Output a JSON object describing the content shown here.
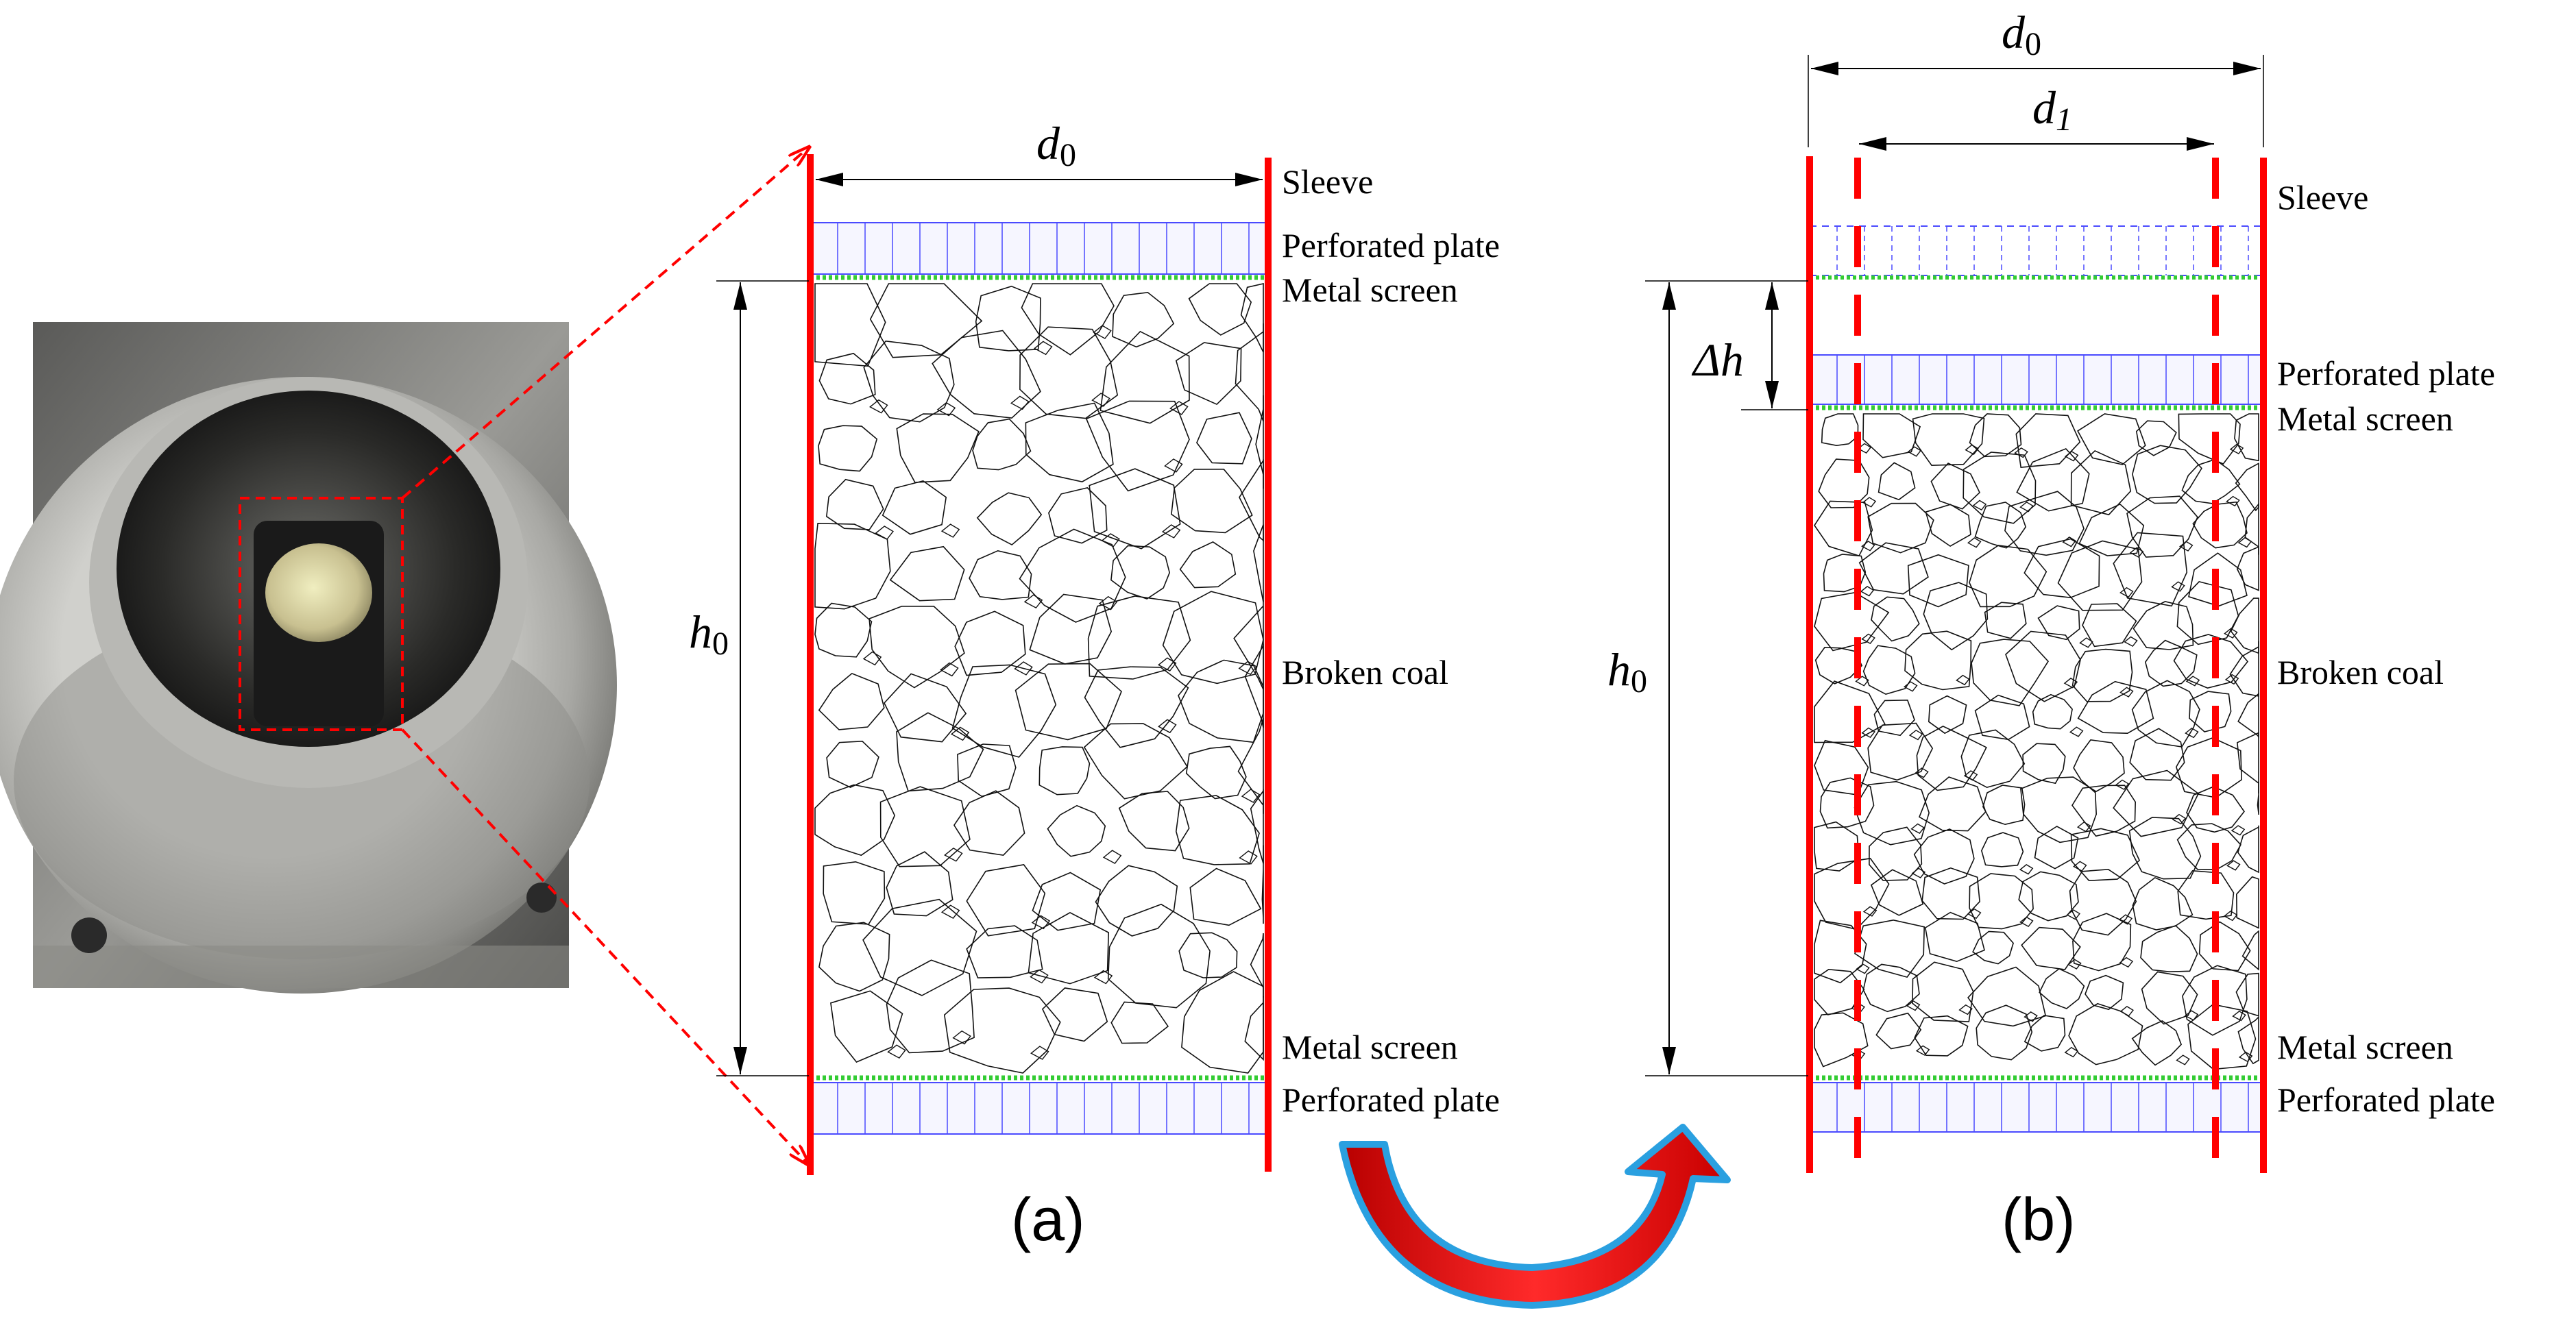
{
  "panel_a": {
    "caption": "(a)",
    "labels": {
      "sleeve": "Sleeve",
      "perforated_plate_top": "Perforated plate",
      "metal_screen_top": "Metal screen",
      "broken_coal": "Broken coal",
      "metal_screen_bottom": "Metal screen",
      "perforated_plate_bottom": "Perforated plate"
    },
    "dims": {
      "d0": "d",
      "d0_sub": "0",
      "h0": "h",
      "h0_sub": "0"
    }
  },
  "panel_b": {
    "caption": "(b)",
    "labels": {
      "sleeve": "Sleeve",
      "perforated_plate_top": "Perforated plate",
      "metal_screen_top": "Metal screen",
      "broken_coal": "Broken coal",
      "metal_screen_bottom": "Metal screen",
      "perforated_plate_bottom": "Perforated plate"
    },
    "dims": {
      "d0": "d",
      "d0_sub": "0",
      "d1": "d",
      "d1_sub": "1",
      "dh": "Δh",
      "h0": "h",
      "h0_sub": "0"
    }
  },
  "colors": {
    "sleeve": "#ff0000",
    "plate": "#4a4aff",
    "screen": "#33cc33",
    "coal": "#111111",
    "arrow_fill": "#e81818",
    "arrow_outline": "#2aa0e0"
  }
}
